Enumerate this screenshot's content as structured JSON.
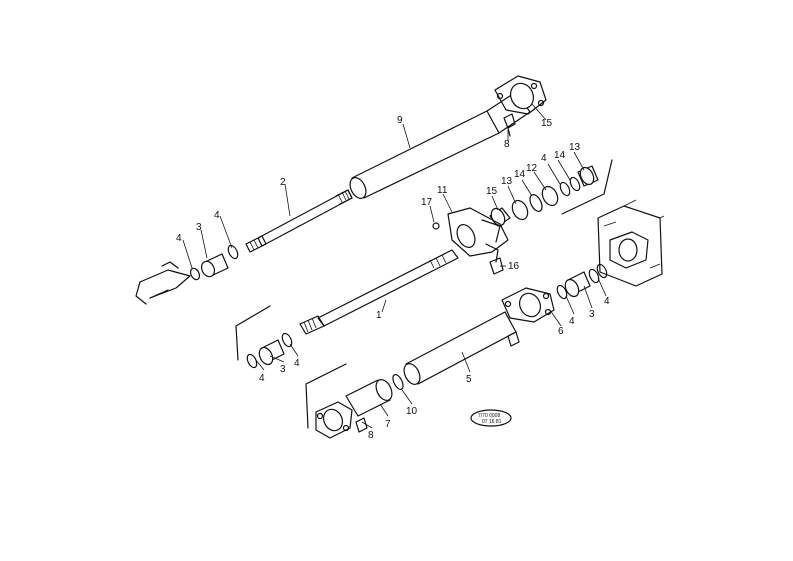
{
  "callouts": {
    "c1": "1",
    "c2": "2",
    "c3a": "3",
    "c3b": "3",
    "c3c": "3",
    "c4a": "4",
    "c4b": "4",
    "c4c": "4",
    "c4d": "4",
    "c4e": "4",
    "c4f": "4",
    "c4g": "4",
    "c5": "5",
    "c6": "6",
    "c7": "7",
    "c8a": "8",
    "c8b": "8",
    "c9": "9",
    "c10": "10",
    "c11": "11",
    "c12": "12",
    "c13a": "13",
    "c13b": "13",
    "c14a": "14",
    "c14b": "14",
    "c15a": "15",
    "c15b": "15",
    "c16": "16",
    "c17": "17"
  },
  "stamp": {
    "line1": "7/70 0008",
    "line2": "07 16 81"
  }
}
